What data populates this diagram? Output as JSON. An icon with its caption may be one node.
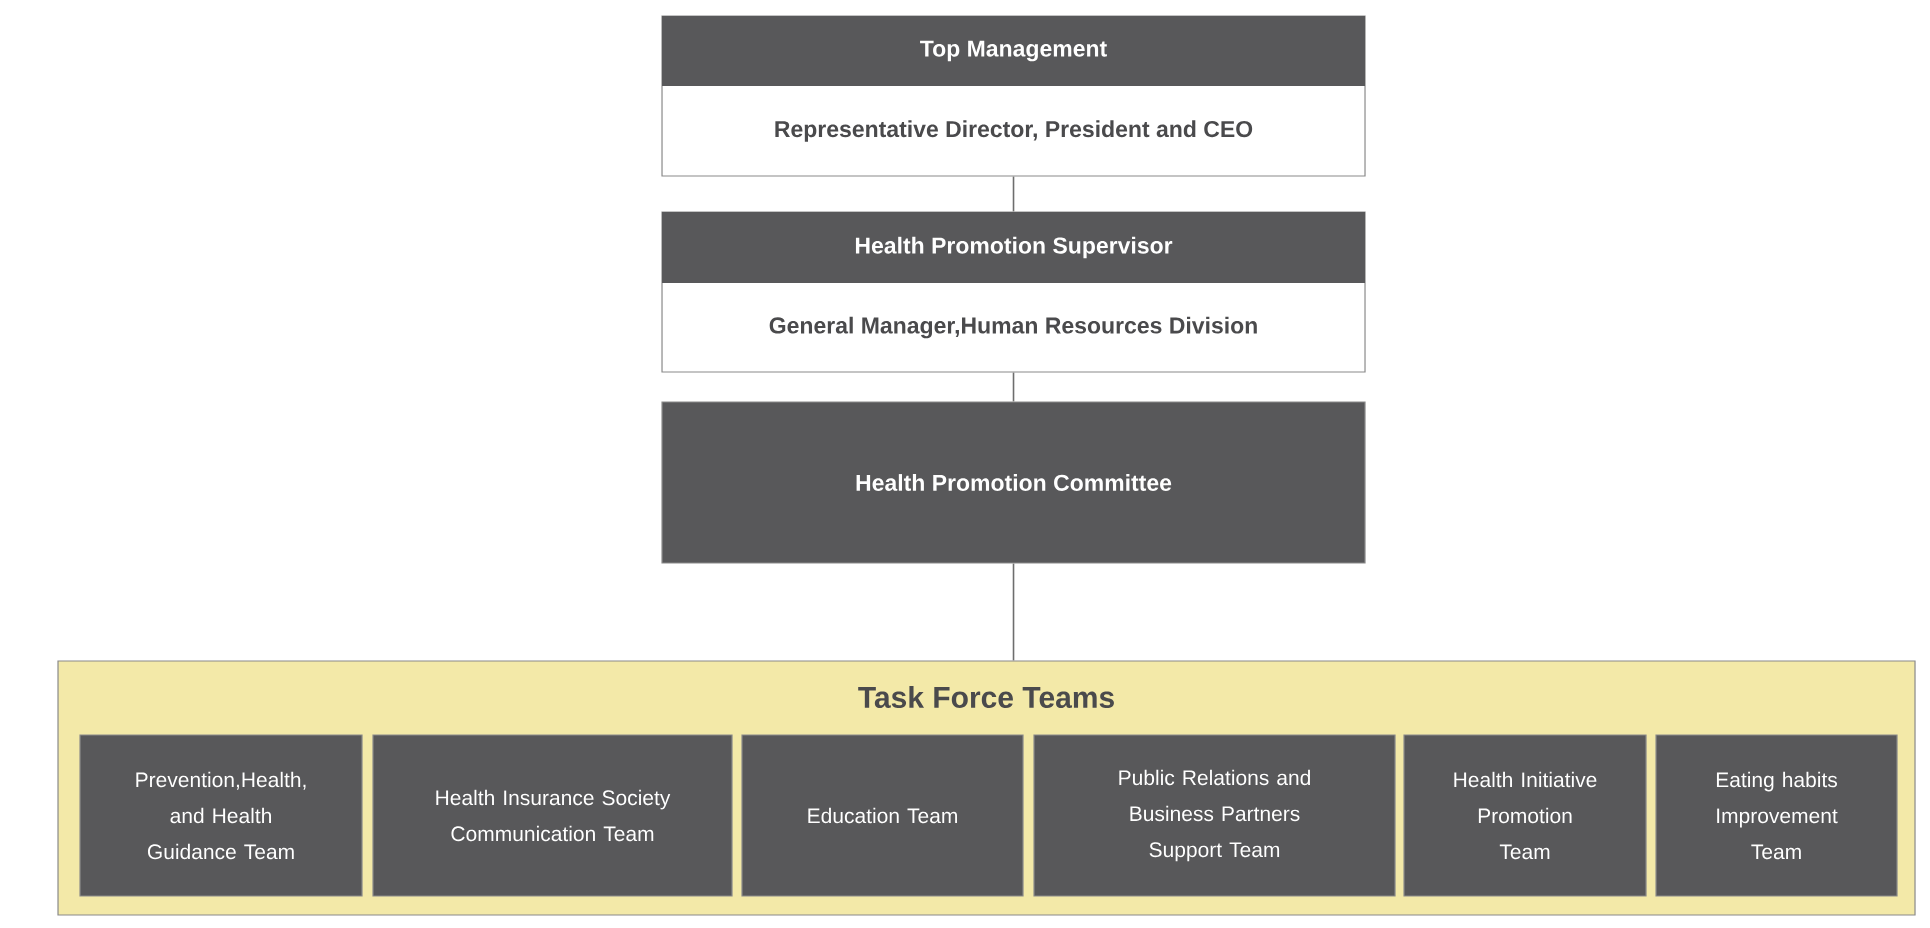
{
  "diagram": {
    "nodes": [
      {
        "text": [
          "Top Management",
          "Representative Director, President and CEO"
        ]
      },
      {
        "text": [
          "Health Promotion Supervisor",
          "General Manager,Human Resources Division"
        ]
      },
      {
        "text": [
          "Health Promotion Committee"
        ]
      },
      {
        "text": [
          "Task Force Teams"
        ]
      },
      {
        "text": [
          "Prevention,Health, and Health Guidance Team"
        ],
        "in": 3
      },
      {
        "text": [
          "Health Insurance Society Communication Team"
        ],
        "in": 3
      },
      {
        "text": [
          "Education Team"
        ],
        "in": 3
      },
      {
        "text": [
          "Public Relations and Business Partners Support Team"
        ],
        "in": 3
      },
      {
        "text": [
          "Health Initiative Promotion Team"
        ],
        "in": 3
      },
      {
        "text": [
          "Eating habits Improvement Team"
        ],
        "in": 3
      }
    ],
    "edges": [
      {
        "from": 0,
        "to": 1,
        "arrow": "none"
      },
      {
        "from": 1,
        "to": 2,
        "arrow": "none"
      },
      {
        "from": 2,
        "to": 3,
        "arrow": "none"
      }
    ]
  }
}
